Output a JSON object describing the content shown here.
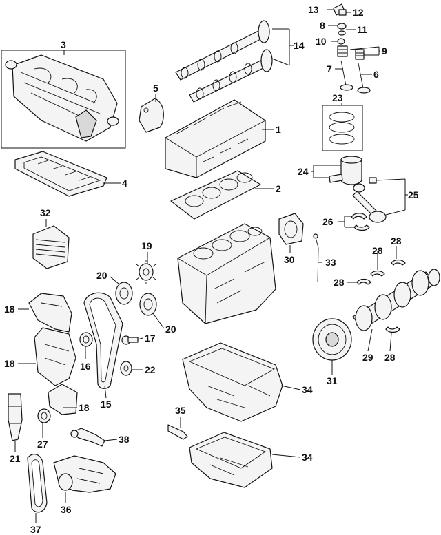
{
  "callouts": {
    "c1": "1",
    "c2": "2",
    "c3": "3",
    "c4": "4",
    "c5": "5",
    "c6": "6",
    "c7": "7",
    "c8": "8",
    "c9": "9",
    "c10": "10",
    "c11": "11",
    "c12": "12",
    "c13": "13",
    "c14": "14",
    "c15": "15",
    "c16": "16",
    "c17": "17",
    "c18a": "18",
    "c18b": "18",
    "c18c": "18",
    "c19": "19",
    "c20a": "20",
    "c20b": "20",
    "c21": "21",
    "c22": "22",
    "c23": "23",
    "c24": "24",
    "c25": "25",
    "c26": "26",
    "c27": "27",
    "c28a": "28",
    "c28b": "28",
    "c28c": "28",
    "c28d": "28",
    "c29": "29",
    "c30": "30",
    "c31": "31",
    "c32": "32",
    "c33": "33",
    "c34a": "34",
    "c34b": "34",
    "c35": "35",
    "c36": "36",
    "c37": "37",
    "c38": "38"
  }
}
